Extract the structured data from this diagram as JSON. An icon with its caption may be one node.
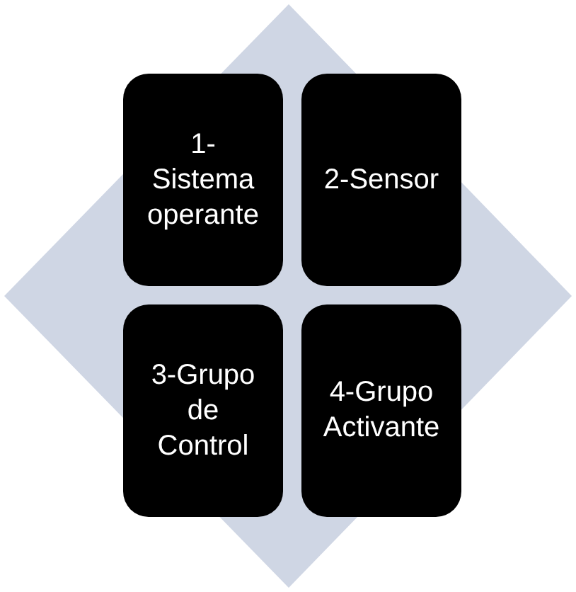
{
  "diagram": {
    "nodes": [
      {
        "text": [
          "1-Sistema operante"
        ]
      },
      {
        "text": [
          "2-Sensor"
        ]
      },
      {
        "text": [
          "3-Grupo de Control"
        ]
      },
      {
        "text": [
          "4-Grupo Activante"
        ]
      }
    ]
  }
}
